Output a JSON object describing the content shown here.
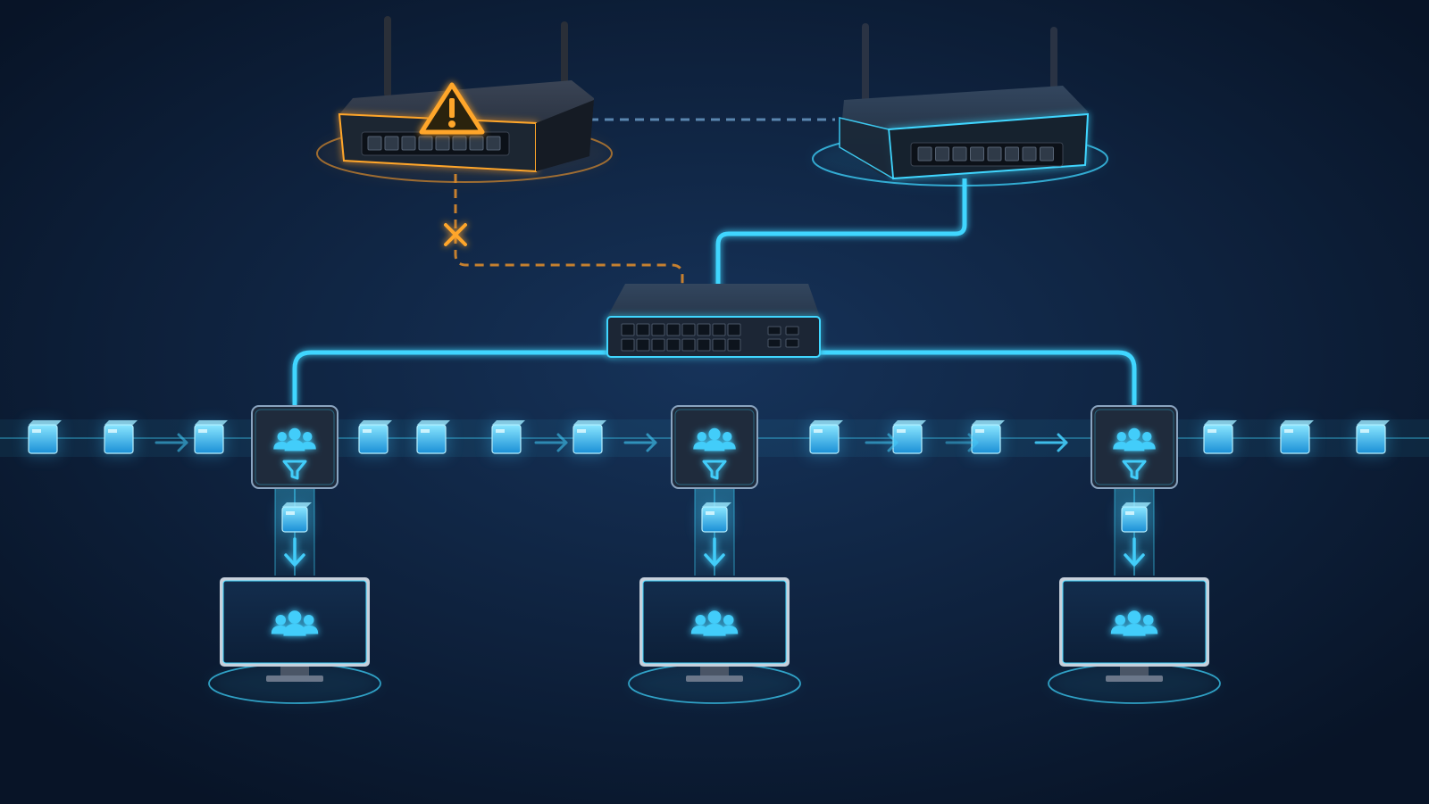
{
  "colors": {
    "background": "#0b1a30",
    "background_glow": "#16335a",
    "active_link": "#3fd6ff",
    "failed_link": "#d98a2c",
    "standby_link": "#5a86b0",
    "warning": "#ffa62b",
    "device_body": "#2a3446",
    "packet": "#3fc4ff",
    "icon": "#43cdfa"
  },
  "devices": {
    "primary_router": {
      "status": "warning",
      "icon": "warning-triangle-icon",
      "label_text": "",
      "antennas": 2,
      "ports": 8
    },
    "backup_router": {
      "status": "active",
      "label_text": "",
      "antennas": 2,
      "ports": 8
    },
    "core_switch": {
      "status": "active",
      "ports": 16,
      "uplink_ports": 4
    },
    "filter_nodes": [
      {
        "icons": [
          "user-group-icon",
          "funnel-filter-icon"
        ]
      },
      {
        "icons": [
          "user-group-icon",
          "funnel-filter-icon"
        ]
      },
      {
        "icons": [
          "user-group-icon",
          "funnel-filter-icon"
        ]
      }
    ],
    "endpoints": [
      {
        "type": "monitor",
        "icon": "user-group-icon"
      },
      {
        "type": "monitor",
        "icon": "user-group-icon"
      },
      {
        "type": "monitor",
        "icon": "user-group-icon"
      }
    ]
  },
  "links": {
    "router_to_router": "dashed-standby",
    "primary_router_to_switch": "dashed-failed",
    "failure_marker_icon": "cross-x-icon",
    "backup_router_to_switch": "solid-active",
    "switch_to_filters": "solid-active"
  },
  "packet_stream": {
    "direction": "left-to-right",
    "arrows_icon": "arrow-right-icon",
    "down_arrow_icon": "arrow-down-icon"
  }
}
